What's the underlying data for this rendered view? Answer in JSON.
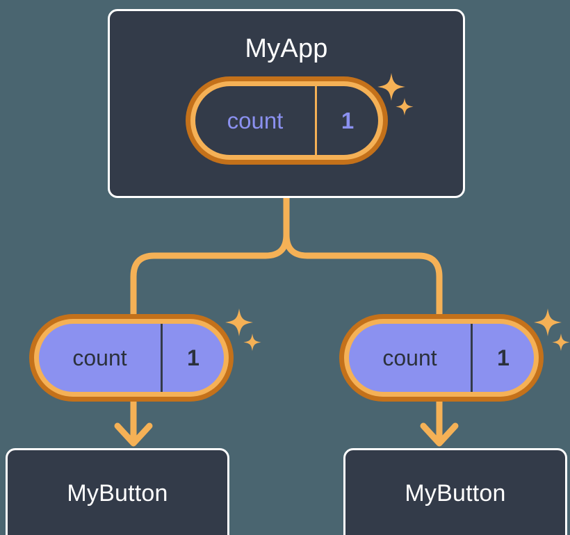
{
  "diagram": {
    "title": "MyApp component tree with shared count state",
    "background_color": "#4a6570",
    "colors": {
      "card_fill": "#333b49",
      "card_border": "#ffffff",
      "pill_ring_outer": "#c4711a",
      "pill_ring_inner": "#f5b156",
      "pill_fill_child": "#8b91f0",
      "accent_purple": "#8b91f0",
      "connector": "#f5b156",
      "sparkle": "#f5b156",
      "text_light": "#ffffff",
      "text_dark": "#2b313c"
    }
  },
  "nodes": {
    "root": {
      "label": "MyApp",
      "state": {
        "key": "count",
        "value": "1"
      },
      "sparkle_icon": "sparkles-icon"
    },
    "children": [
      {
        "state": {
          "key": "count",
          "value": "1"
        },
        "sparkle_icon": "sparkles-icon",
        "label": "MyButton"
      },
      {
        "state": {
          "key": "count",
          "value": "1"
        },
        "sparkle_icon": "sparkles-icon",
        "label": "MyButton"
      }
    ]
  },
  "connectors": {
    "branch_icon": "tree-branch-connector",
    "arrow_icon": "arrow-down-icon",
    "count": 4
  }
}
